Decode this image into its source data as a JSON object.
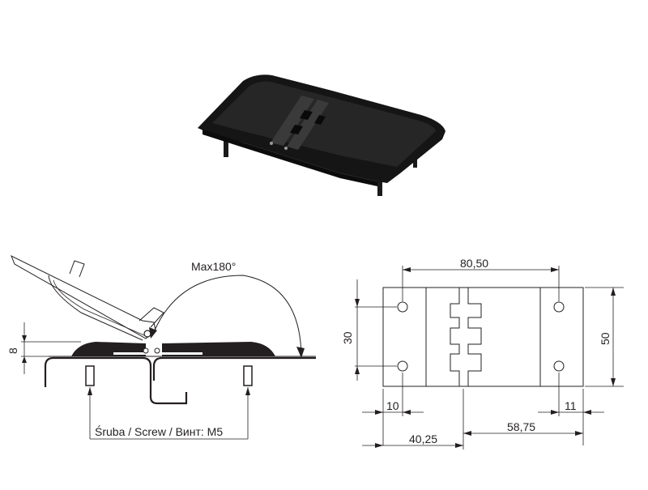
{
  "labels": {
    "angle": "Max180°",
    "height": "8",
    "screw": "Śruba / Screw / Винт: M5"
  },
  "dimensions": {
    "hole_spacing_x": "80,50",
    "hole_spacing_y": "30",
    "total_height": "50",
    "left_edge_offset": "10",
    "right_edge_offset": "11",
    "left_to_axis": "40,25",
    "axis_to_right": "58,75"
  },
  "colors": {
    "body": "#231f20",
    "product": "#151515",
    "plate": "#c8c8c8"
  }
}
